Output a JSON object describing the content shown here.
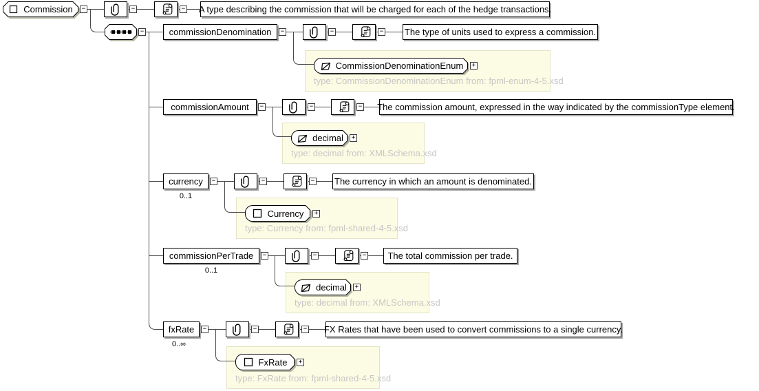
{
  "root": {
    "label": "Commission",
    "annotation": "A type describing the commission that will be charged for each of the hedge transactions."
  },
  "model": {
    "kind": "sequence"
  },
  "icons": {
    "collapse": "−",
    "expand": "+"
  },
  "colors": {
    "panel_bg": "#fcfce4",
    "caption_gray": "#c6c6c6"
  },
  "elements": [
    {
      "name": "commissionDenomination",
      "multiplicity": "",
      "annotation": "The type of units used to express a commission.",
      "type_name": "CommissionDenominationEnum",
      "type_caption": "type: CommissionDenominationEnum from: fpml-enum-4-5.xsd"
    },
    {
      "name": "commissionAmount",
      "multiplicity": "",
      "annotation": "The commission amount, expressed in the way indicated by the commissionType element.",
      "type_name": "decimal",
      "type_caption": "type: decimal from: XMLSchema.xsd"
    },
    {
      "name": "currency",
      "multiplicity": "0..1",
      "annotation": "The currency in which an amount is denominated.",
      "type_name": "Currency",
      "type_caption": "type: Currency from: fpml-shared-4-5.xsd"
    },
    {
      "name": "commissionPerTrade",
      "multiplicity": "0..1",
      "annotation": "The total commission per trade.",
      "type_name": "decimal",
      "type_caption": "type: decimal from: XMLSchema.xsd"
    },
    {
      "name": "fxRate",
      "multiplicity": "0..∞",
      "annotation": "FX Rates that have been used to convert commissions to a single currency.",
      "type_name": "FxRate",
      "type_caption": "type: FxRate from: fpml-shared-4-5.xsd"
    }
  ]
}
